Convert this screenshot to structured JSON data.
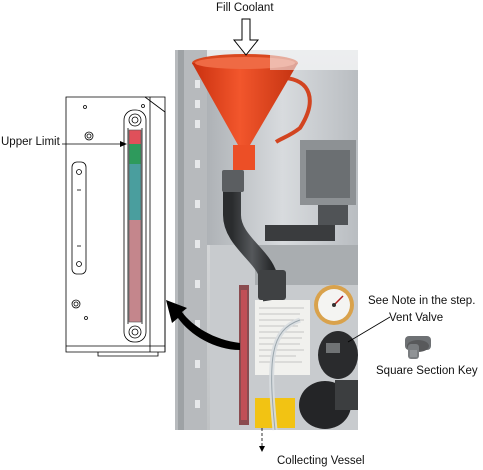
{
  "figure": {
    "labels": {
      "fill_coolant": "Fill Coolant",
      "upper_limit": "Upper Limit",
      "see_note": "See Note in the step.",
      "vent_valve": "Vent Valve",
      "square_section_key": "Square Section Key",
      "collecting_vessel": "Collecting Vessel"
    },
    "colors": {
      "funnel": "#e8401c",
      "cabinet": "#c9ccd0",
      "level_red": "#e0505a",
      "level_green": "#2e9a5c",
      "level_teal": "#4a9e9e",
      "level_pink": "#c4868c",
      "outline": "#000000"
    },
    "icons": [
      "down-arrow-icon",
      "curved-arrow-icon",
      "funnel-icon",
      "gauge-icon",
      "square-section-key-icon"
    ]
  }
}
